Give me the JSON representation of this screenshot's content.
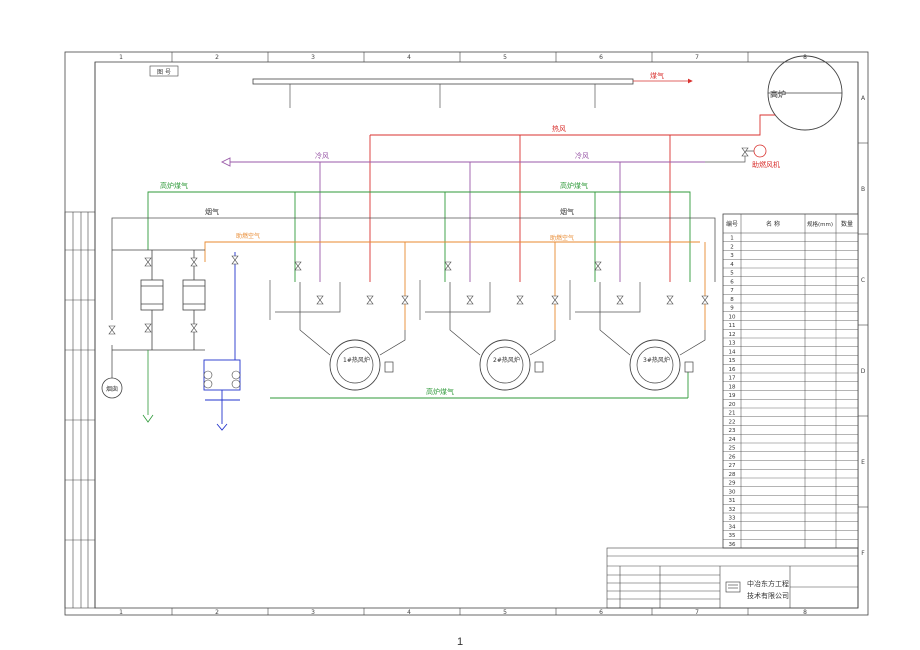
{
  "colors": {
    "frame": "#444444",
    "red": "#d9322f",
    "purple": "#9a5aa8",
    "green": "#2f9a3a",
    "orange": "#e8892f",
    "blue": "#2233cc",
    "gray": "#555555",
    "title_green": "#3a9a3a"
  },
  "frame": {
    "col_numbers": [
      "1",
      "2",
      "3",
      "4",
      "5",
      "6",
      "7",
      "8"
    ],
    "row_letters": [
      "A",
      "B",
      "C",
      "D",
      "E",
      "F"
    ],
    "corner_tag": "图 号"
  },
  "labels": {
    "top_gas": "煤气",
    "furnace": "高炉",
    "hot_air": "热风",
    "cold_air": "冷风",
    "blower": "助燃风机",
    "header_green_left": "高炉煤气",
    "header_green_right": "高炉煤气",
    "flue_left": "烟气",
    "flue_right": "烟气",
    "orange_left": "助燃空气",
    "orange_right": "助燃空气",
    "bottom_green": "高炉煤气",
    "chimney": "烟囱",
    "stove_labels": [
      "1#热风炉",
      "2#热风炉",
      "3#热风炉"
    ]
  },
  "equipment_table": {
    "headers": [
      "编号",
      "名 称",
      "规格(mm)",
      "数量"
    ],
    "rows": [
      {
        "no": "1",
        "name": "",
        "spec": "",
        "qty": ""
      },
      {
        "no": "2",
        "name": "",
        "spec": "",
        "qty": ""
      },
      {
        "no": "3",
        "name": "",
        "spec": "",
        "qty": ""
      },
      {
        "no": "4",
        "name": "",
        "spec": "",
        "qty": ""
      },
      {
        "no": "5",
        "name": "",
        "spec": "",
        "qty": ""
      },
      {
        "no": "6",
        "name": "",
        "spec": "",
        "qty": ""
      },
      {
        "no": "7",
        "name": "",
        "spec": "",
        "qty": ""
      },
      {
        "no": "8",
        "name": "",
        "spec": "",
        "qty": ""
      },
      {
        "no": "9",
        "name": "",
        "spec": "",
        "qty": ""
      },
      {
        "no": "10",
        "name": "",
        "spec": "",
        "qty": ""
      },
      {
        "no": "11",
        "name": "",
        "spec": "",
        "qty": ""
      },
      {
        "no": "12",
        "name": "",
        "spec": "",
        "qty": ""
      },
      {
        "no": "13",
        "name": "",
        "spec": "",
        "qty": ""
      },
      {
        "no": "14",
        "name": "",
        "spec": "",
        "qty": ""
      },
      {
        "no": "15",
        "name": "",
        "spec": "",
        "qty": ""
      },
      {
        "no": "16",
        "name": "",
        "spec": "",
        "qty": ""
      },
      {
        "no": "17",
        "name": "",
        "spec": "",
        "qty": ""
      },
      {
        "no": "18",
        "name": "",
        "spec": "",
        "qty": ""
      },
      {
        "no": "19",
        "name": "",
        "spec": "",
        "qty": ""
      },
      {
        "no": "20",
        "name": "",
        "spec": "",
        "qty": ""
      },
      {
        "no": "21",
        "name": "",
        "spec": "",
        "qty": ""
      },
      {
        "no": "22",
        "name": "",
        "spec": "",
        "qty": ""
      },
      {
        "no": "23",
        "name": "",
        "spec": "",
        "qty": ""
      },
      {
        "no": "24",
        "name": "",
        "spec": "",
        "qty": ""
      },
      {
        "no": "25",
        "name": "",
        "spec": "",
        "qty": ""
      },
      {
        "no": "26",
        "name": "",
        "spec": "",
        "qty": ""
      },
      {
        "no": "27",
        "name": "",
        "spec": "",
        "qty": ""
      },
      {
        "no": "28",
        "name": "",
        "spec": "",
        "qty": ""
      },
      {
        "no": "29",
        "name": "",
        "spec": "",
        "qty": ""
      },
      {
        "no": "30",
        "name": "",
        "spec": "",
        "qty": ""
      },
      {
        "no": "31",
        "name": "",
        "spec": "",
        "qty": ""
      },
      {
        "no": "32",
        "name": "",
        "spec": "",
        "qty": ""
      },
      {
        "no": "33",
        "name": "",
        "spec": "",
        "qty": ""
      },
      {
        "no": "34",
        "name": "",
        "spec": "",
        "qty": ""
      },
      {
        "no": "35",
        "name": "",
        "spec": "",
        "qty": ""
      },
      {
        "no": "36",
        "name": "",
        "spec": "",
        "qty": ""
      }
    ]
  },
  "title_block": {
    "project_line": "",
    "drawing_title": "",
    "company_line1": "中冶东方工程",
    "company_line2": "技术有限公司",
    "sheet_tag": ""
  },
  "page_number": "1"
}
